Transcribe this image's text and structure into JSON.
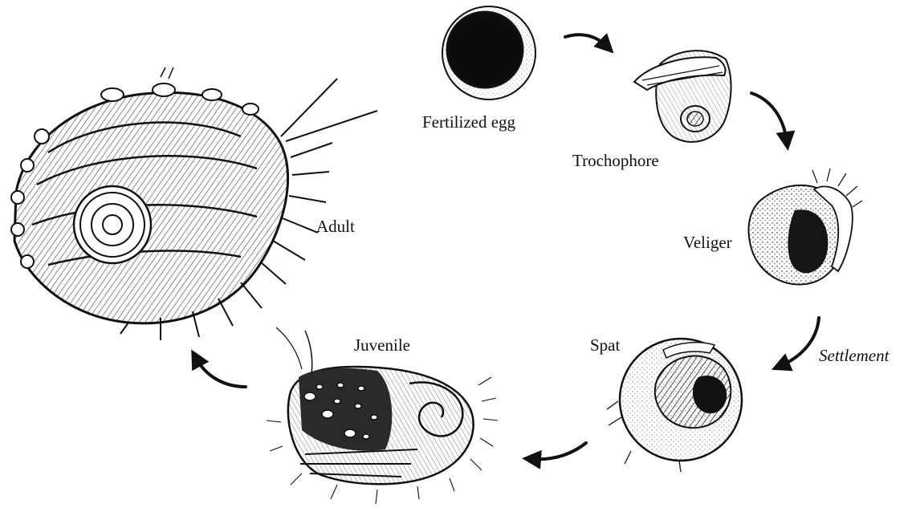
{
  "stages": {
    "fertilized_egg": "Fertilized egg",
    "trochophore": "Trochophore",
    "veliger": "Veliger",
    "spat": "Spat",
    "juvenile": "Juvenile",
    "adult": "Adult"
  },
  "transitions": {
    "settlement": "Settlement"
  },
  "colors": {
    "ink": "#111111",
    "background": "#ffffff"
  }
}
